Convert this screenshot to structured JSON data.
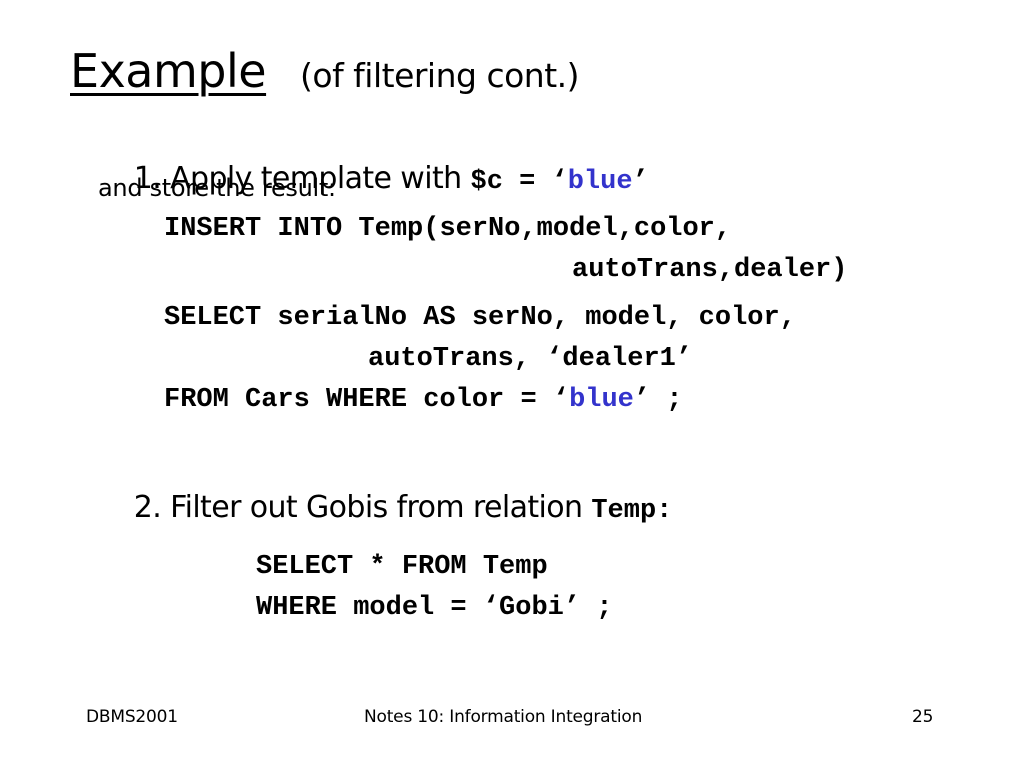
{
  "title": {
    "main": "Example",
    "sub": "(of filtering cont.)"
  },
  "step1": {
    "prefix": "1. Apply template with ",
    "code_var": "$c = ",
    "quote_open": "‘",
    "value": "blue",
    "quote_close": "’",
    "line2": "and store the result:",
    "sql": {
      "line1": "INSERT INTO Temp(serNo,model,color,",
      "line2": "autoTrans,dealer)",
      "line3": "SELECT serialNo AS serNo, model, color,",
      "line4": "autoTrans, ‘dealer1’",
      "line5_prefix": "FROM Cars WHERE color = ‘",
      "line5_value": "blue",
      "line5_suffix": "’ ;"
    }
  },
  "step2": {
    "prefix": "2. Filter out Gobis from relation ",
    "relation": "Temp:",
    "sql": {
      "line1": "SELECT * FROM Temp",
      "line2": "WHERE model = ‘Gobi’ ;"
    }
  },
  "footer": {
    "left": "DBMS2001",
    "center": "Notes 10: Information Integration",
    "page_number": "25"
  },
  "colors": {
    "text": "#000000",
    "highlight": "#3333cc",
    "background": "#ffffff"
  }
}
